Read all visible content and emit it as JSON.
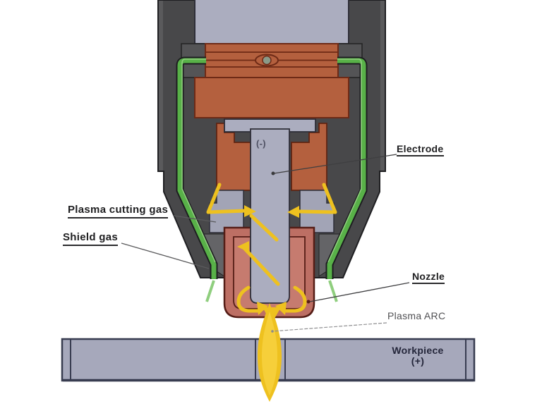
{
  "figure": {
    "subject": "Plasma cutting torch cross-section diagram",
    "parts": [
      "torch body",
      "electrode",
      "nozzle",
      "shield gas channel",
      "plasma cutting gas channel",
      "plasma arc",
      "workpiece"
    ]
  },
  "labels": {
    "plasma_cutting_gas": "Plasma cutting gas",
    "shield_gas": "Shield gas",
    "electrode": "Electrode",
    "nozzle": "Nozzle",
    "plasma_arc": "Plasma ARC",
    "electrode_polarity": "(-)",
    "workpiece": "Workpiece",
    "workpiece_polarity": "(+)"
  },
  "colors": {
    "torch_body": "#48484a",
    "torch_edge": "#1f1f22",
    "metal_light": "#abadbf",
    "metal_flank": "#a2a4b6",
    "notch": "#545456",
    "wedge": "#646467",
    "copper": "#b4603e",
    "copper_line": "#6e2a16",
    "nozzle_outer": "#bd6f64",
    "nozzle_inner": "#c67b6f",
    "nozzle_line": "#551d16",
    "green": "#58b148",
    "green_pale": "#8fce7e",
    "green_dark": "#1d1d20",
    "yellow": "#eec11f",
    "yellow_light": "#f6cf3a",
    "workpiece": "#a6a8bb",
    "workpiece_line": "#383c50",
    "text_dark": "#1f1f21",
    "text_gray": "#515154",
    "leader": "#5a5a5c"
  }
}
